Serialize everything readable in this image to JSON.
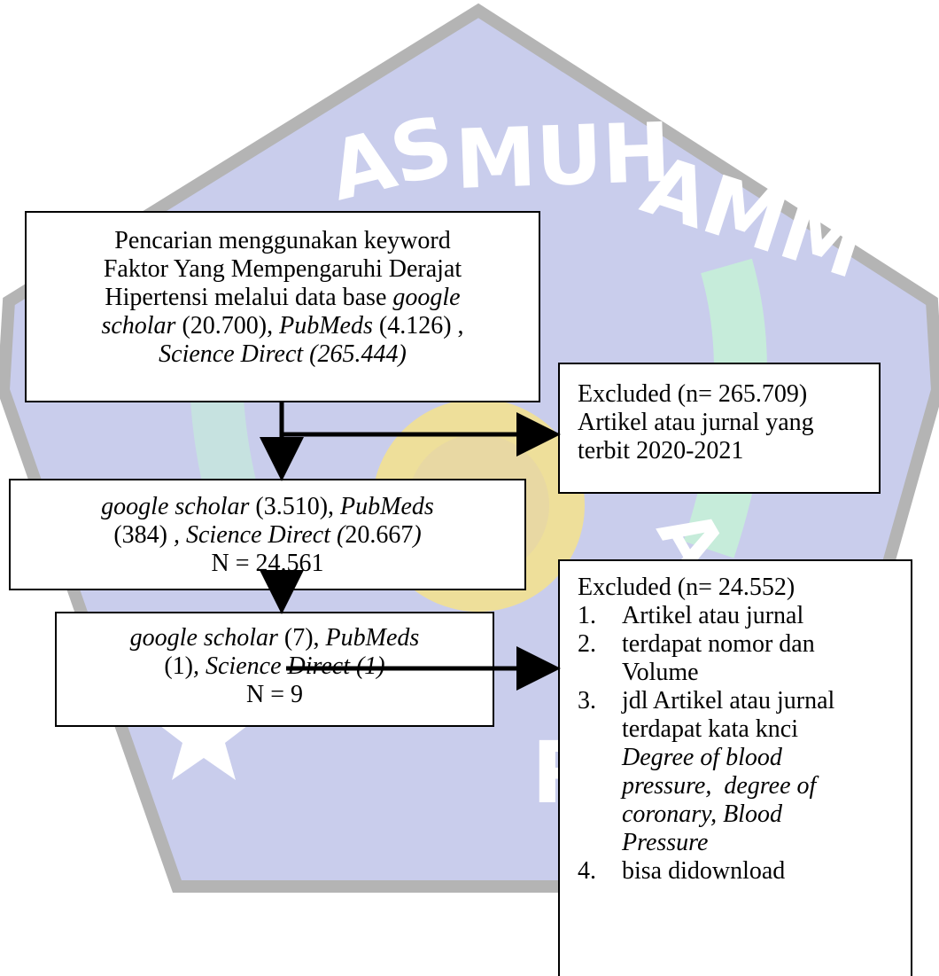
{
  "watermark": {
    "text": "UNIVERSITAS MUHAMMADIYAH PONOROGO",
    "colors": {
      "shield": "#c9cdec",
      "outline": "#b4b4b4",
      "ring": "#f4e28c",
      "leaf": "#c5f0d8",
      "star": "#ffffff"
    }
  },
  "search_box": {
    "line1": "Pencarian menggunakan keyword",
    "line2": "Faktor Yang Mempengaruhi Derajat",
    "line3_prefix": "Hipertensi melalui data base ",
    "line3_db": "google",
    "line4_db": "scholar",
    "line4_val1": " (20.700), ",
    "line4_db2": "PubMeds",
    "line4_val2": " (4.126) ,",
    "line5": "Science Direct (265.444)"
  },
  "excluded_1": {
    "heading": "Excluded (n= 265.709)",
    "line2": "Artikel atau jurnal yang",
    "line3": "terbit 2020-2021"
  },
  "screen_box": {
    "db1": "google scholar",
    "val1": " (3.510), ",
    "db2": "PubMeds",
    "val2_prefix": "(384) ",
    "db3": ", Science Direct (",
    "val3": "20.667",
    "db3_close": ")",
    "total": "N = 24.561"
  },
  "excluded_2": {
    "heading": "Excluded (n= 24.552)",
    "items": [
      {
        "num": "1.",
        "lines": [
          "Artikel atau jurnal"
        ]
      },
      {
        "num": "2.",
        "lines": [
          "terdapat nomor dan",
          "Volume"
        ]
      },
      {
        "num": "3.",
        "lines": [
          "jdl Artikel atau jurnal",
          "terdapat kata knci"
        ],
        "italic_lines": [
          "Degree of blood",
          "pressure,  degree of",
          "coronary, Blood",
          "Pressure"
        ]
      },
      {
        "num": "4.",
        "lines": [
          "bisa didownload"
        ]
      }
    ]
  },
  "final_box": {
    "db1": "google scholar",
    "val1": " (7), ",
    "db2": "PubMeds",
    "val2": "(1)",
    "db3": ", Science Direct (1)",
    "total": "N = 9"
  }
}
